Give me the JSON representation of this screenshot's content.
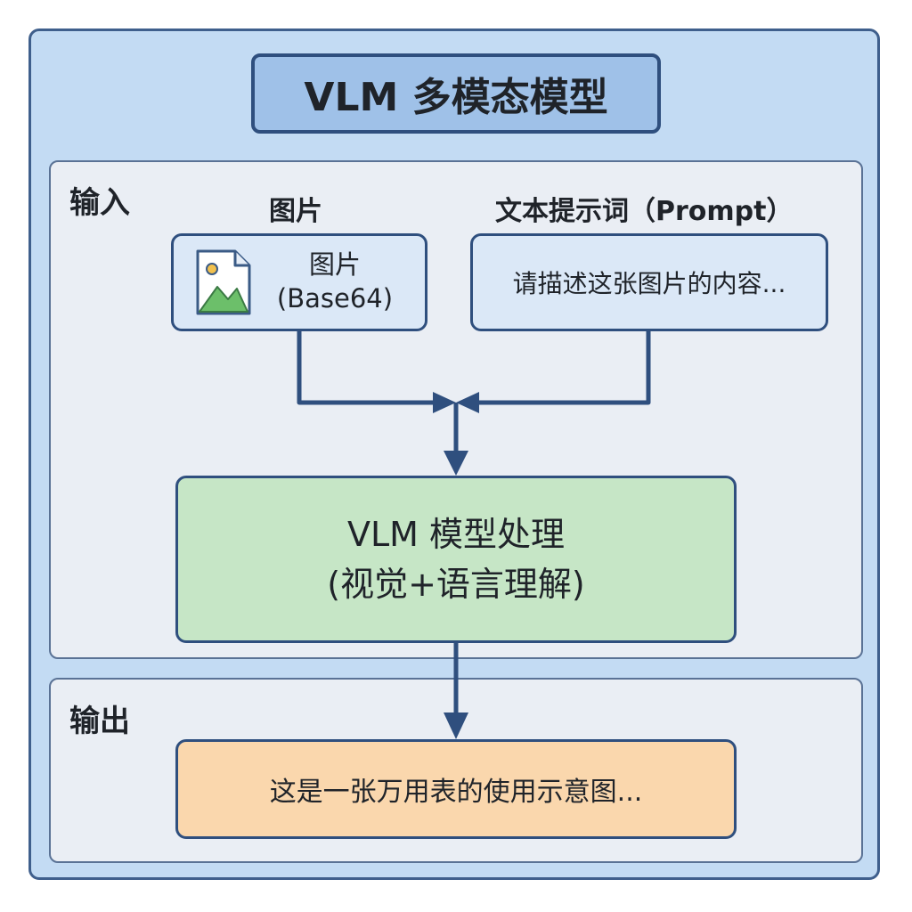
{
  "title": "VLM 多模态模型",
  "input_section": {
    "label": "输入",
    "image_column_label": "图片",
    "prompt_column_label": "文本提示词（Prompt）",
    "image_box": {
      "line1": "图片",
      "line2": "(Base64)",
      "icon": "image-file-icon"
    },
    "prompt_box": {
      "text": "请描述这张图片的内容..."
    }
  },
  "model_box": {
    "line1": "VLM 模型处理",
    "line2": "(视觉+语言理解)"
  },
  "output_section": {
    "label": "输出",
    "result_text": "这是一张万用表的使用示意图..."
  },
  "colors": {
    "outer_background": "#c3dbf3",
    "title_background": "#9fc1e8",
    "panel_background": "#eaeef4",
    "input_box_background": "#dbe8f7",
    "model_box_background": "#c6e6c6",
    "output_box_background": "#fad7ad",
    "border": "#2f4f7e"
  }
}
